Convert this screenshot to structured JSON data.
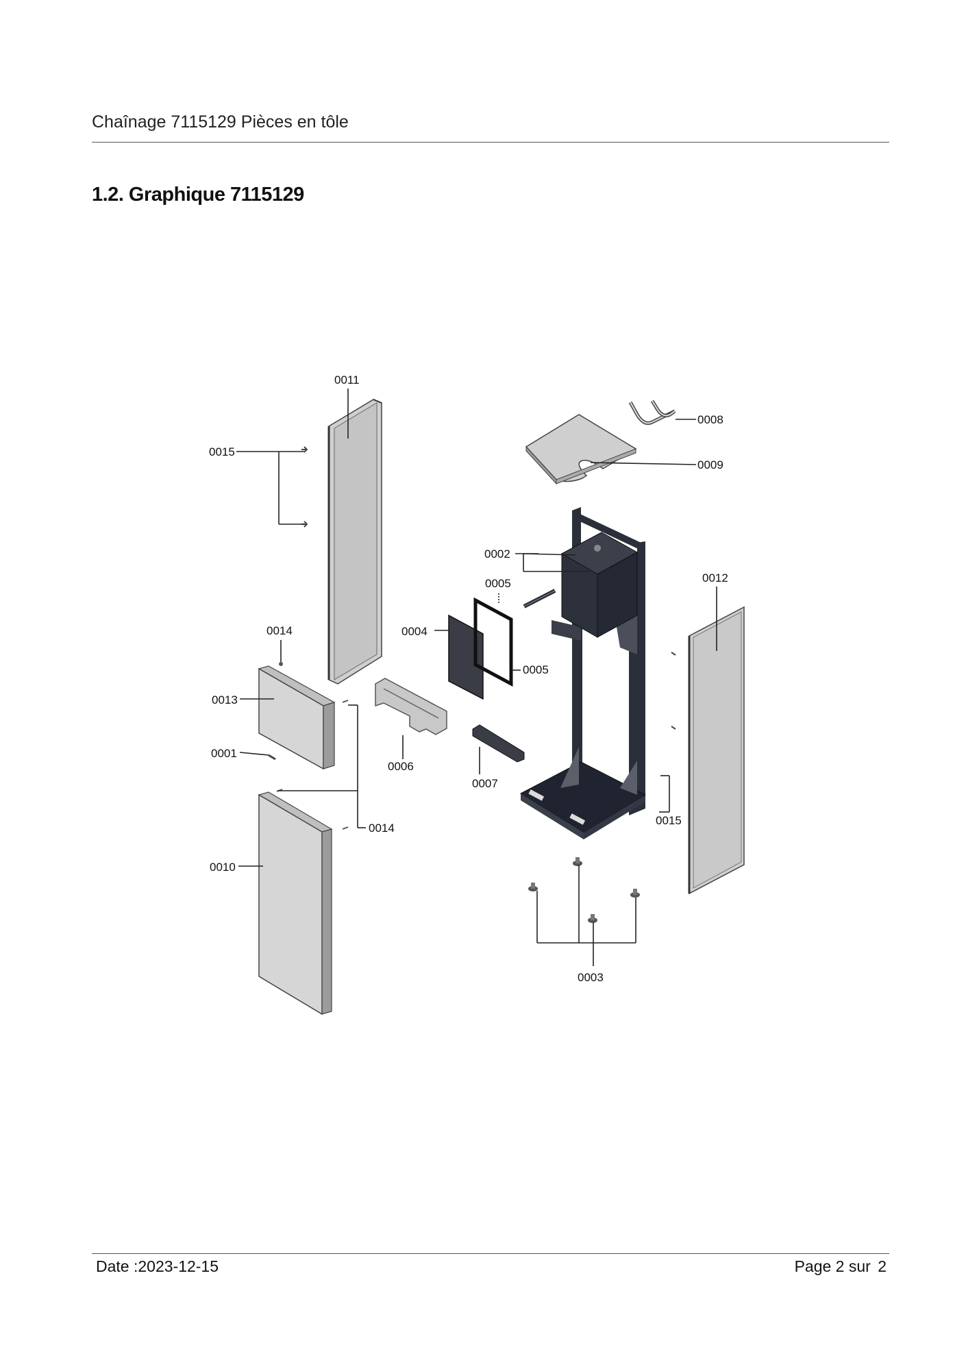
{
  "header": {
    "title": "Chaînage 7115129 Pièces en tôle"
  },
  "section": {
    "title": "1.2. Graphique 7115129"
  },
  "diagram": {
    "labels": {
      "p0001": "0001",
      "p0002": "0002",
      "p0003": "0003",
      "p0004": "0004",
      "p0005a": "0005",
      "p0005b": "0005",
      "p0006": "0006",
      "p0007": "0007",
      "p0008": "0008",
      "p0009": "0009",
      "p0010": "0010",
      "p0011": "0011",
      "p0012": "0012",
      "p0013": "0013",
      "p0014a": "0014",
      "p0014b": "0014",
      "p0015a": "0015",
      "p0015b": "0015"
    }
  },
  "footer": {
    "date": "Date :2023-12-15",
    "page_label": "Page 2 sur",
    "page_total": "2"
  }
}
